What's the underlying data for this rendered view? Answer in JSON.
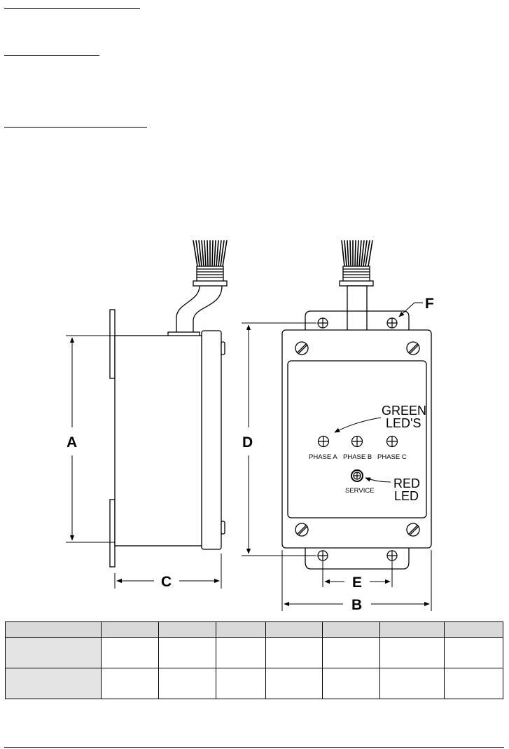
{
  "figure": {
    "dimension_labels": {
      "a": "A",
      "b": "B",
      "c": "C",
      "d": "D",
      "e": "E",
      "f": "F"
    },
    "callouts": {
      "green_leds_line1": "GREEN",
      "green_leds_line2": "LED'S",
      "red_led_line1": "RED",
      "red_led_line2": "LED"
    },
    "led_labels": {
      "phase_a": "PHASE  A",
      "phase_b": "PHASE  B",
      "phase_c": "PHASE  C",
      "service": "SERVICE"
    }
  },
  "table": {
    "columns": 8,
    "rows": [
      [
        "",
        "",
        "",
        "",
        "",
        "",
        "",
        ""
      ],
      [
        "",
        "",
        "",
        "",
        "",
        "",
        "",
        ""
      ],
      [
        "",
        "",
        "",
        "",
        "",
        "",
        "",
        ""
      ]
    ]
  }
}
